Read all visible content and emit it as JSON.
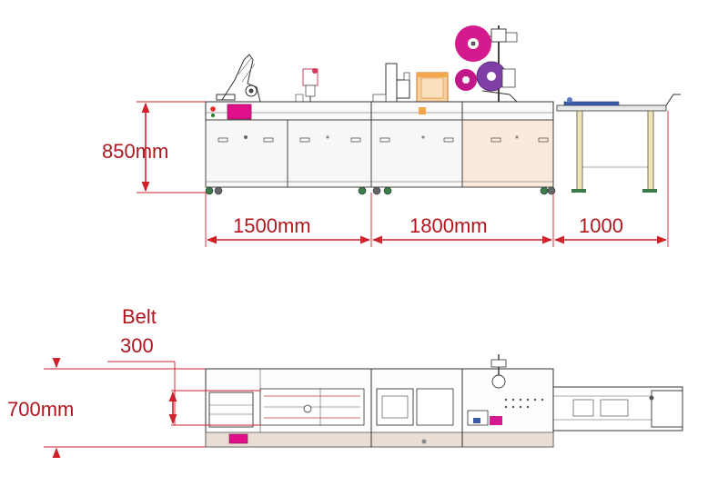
{
  "dimensions": {
    "height": "850mm",
    "section_1": "1500mm",
    "section_2": "1800mm",
    "section_3": "1000",
    "belt_label": "Belt",
    "belt_value": "300",
    "width": "700mm"
  },
  "colors": {
    "dimension": "#c41e24",
    "screen": "#e0108a",
    "label_reel": "#d41a8c",
    "machine_line": "#333333",
    "hopper": "#f0a050",
    "cabinet_highlight": "#fbe9dc",
    "belt_blue": "#3b5ba8"
  }
}
